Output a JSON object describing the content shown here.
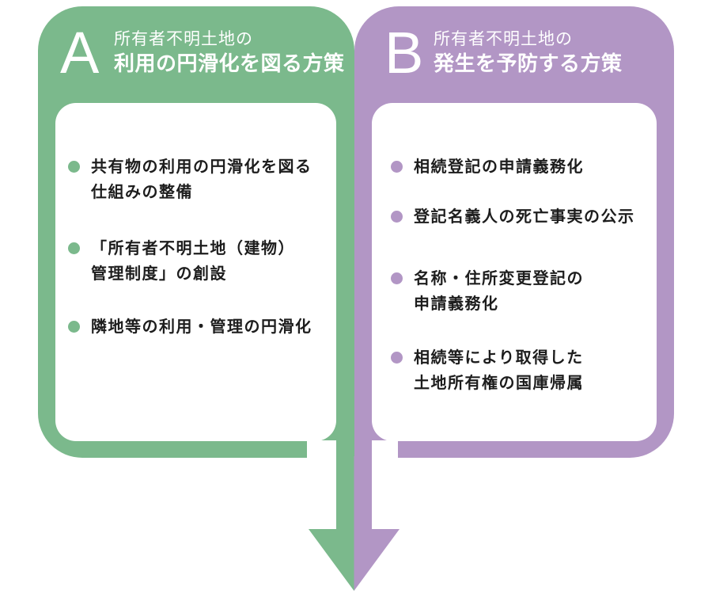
{
  "colors": {
    "green": "#7bb98c",
    "purple": "#b296c5",
    "text": "#1d1d1d",
    "header_text": "#ffffff",
    "background": "#ffffff"
  },
  "panel_a": {
    "letter": "A",
    "subtitle": "所有者不明土地の",
    "title": "利用の円滑化を図る方策",
    "items": [
      {
        "lines": [
          "共有物の利用の円滑化を図る",
          "仕組みの整備"
        ]
      },
      {
        "lines": [
          "「所有者不明土地（建物）",
          "管理制度」の創設"
        ]
      },
      {
        "lines": [
          "隣地等の利用・管理の円滑化"
        ]
      }
    ]
  },
  "panel_b": {
    "letter": "B",
    "subtitle": "所有者不明土地の",
    "title": "発生を予防する方策",
    "items": [
      {
        "lines": [
          "相続登記の申請義務化"
        ]
      },
      {
        "lines": [
          "登記名義人の死亡事実の公示"
        ]
      },
      {
        "lines": [
          "名称・住所変更登記の",
          "申請義務化"
        ]
      },
      {
        "lines": [
          "相続等により取得した",
          "土地所有権の国庫帰属"
        ]
      }
    ]
  }
}
